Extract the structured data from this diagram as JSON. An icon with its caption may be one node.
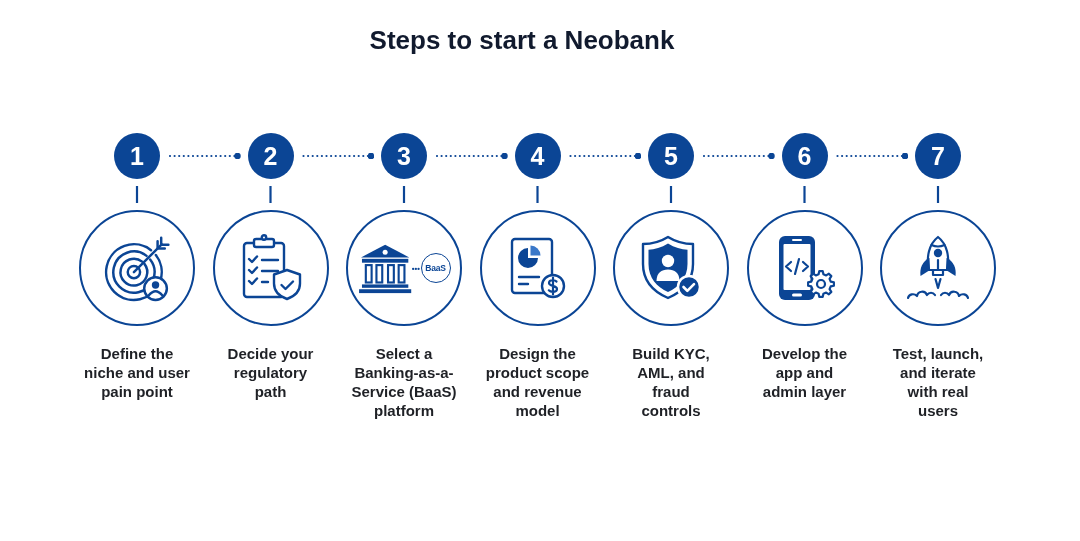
{
  "diagram": {
    "title": "Steps to start a Neobank",
    "nodes": [
      {
        "text": [
          "1"
        ]
      },
      {
        "text": [
          "2"
        ]
      },
      {
        "text": [
          "3"
        ]
      },
      {
        "text": [
          "4"
        ]
      },
      {
        "text": [
          "5"
        ]
      },
      {
        "text": [
          "6"
        ]
      },
      {
        "text": [
          "7"
        ]
      },
      {
        "text": [
          "Define the niche and user pain point"
        ]
      },
      {
        "text": [
          "Decide your regulatory path"
        ]
      },
      {
        "text": [
          "Select a Banking-as-a-Service (BaaS) platform"
        ]
      },
      {
        "text": [
          "Design the product scope and revenue model"
        ]
      },
      {
        "text": [
          "Build KYC, AML, and fraud controls"
        ]
      },
      {
        "text": [
          "Develop the app and admin layer"
        ]
      },
      {
        "text": [
          "Test, launch, and iterate with real users"
        ]
      }
    ],
    "edges": [
      {
        "from": 0,
        "to": 1,
        "arrow": "other",
        "style": "dashed"
      },
      {
        "from": 1,
        "to": 2,
        "arrow": "other",
        "style": "dashed"
      },
      {
        "from": 2,
        "to": 3,
        "arrow": "other",
        "style": "dashed"
      },
      {
        "from": 3,
        "to": 4,
        "arrow": "other",
        "style": "dashed"
      },
      {
        "from": 4,
        "to": 5,
        "arrow": "other",
        "style": "dashed"
      },
      {
        "from": 5,
        "to": 6,
        "arrow": "other",
        "style": "dashed"
      },
      {
        "from": 0,
        "to": 7,
        "arrow": "none"
      },
      {
        "from": 1,
        "to": 8,
        "arrow": "none"
      },
      {
        "from": 2,
        "to": 9,
        "arrow": "none"
      },
      {
        "from": 3,
        "to": 10,
        "arrow": "none"
      },
      {
        "from": 4,
        "to": 11,
        "arrow": "none"
      },
      {
        "from": 5,
        "to": 12,
        "arrow": "none"
      },
      {
        "from": 6,
        "to": 13,
        "arrow": "none"
      }
    ],
    "labels": [
      "BaaS"
    ]
  }
}
